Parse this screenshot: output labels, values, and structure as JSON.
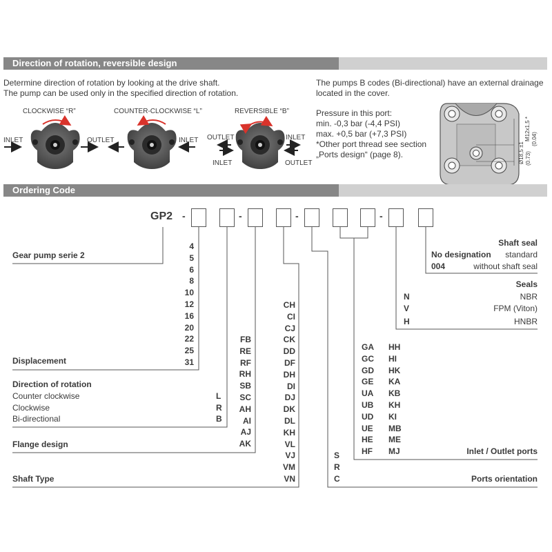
{
  "rotation_section": {
    "header": "Direction of rotation, reversible design",
    "desc_line1": "Determine direction of rotation by looking at the drive shaft.",
    "desc_line2": "The pump can be used only in the specified direction of rotation.",
    "cw_title": "CLOCKWISE “R”",
    "ccw_title": "COUNTER-CLOCKWISE “L”",
    "rev_title": "REVERSIBLE “B”",
    "inlet": "INLET",
    "outlet": "OUTLET",
    "drain_line1": "The pumps B codes (Bi-directional) have an external drainage",
    "drain_line2": "located in the cover.",
    "pressure_title": "Pressure in this port:",
    "pressure_min": "min. -0,3 bar (-4,4 PSI)",
    "pressure_max": "max. +0,5 bar (+7,3 PSI)",
    "other_thread": "*Other port thread see section",
    "ports_ref": "„Ports design“ (page 8).",
    "dim_thread": "M12x1,5 *",
    "dim_dia": "Ø18,5 ±1",
    "dim_inch1": "(0.73)",
    "dim_inch2": "(0.04)"
  },
  "ordering_section": {
    "header": "Ordering Code",
    "prefix": "GP2",
    "gear_pump_label": "Gear pump serie 2",
    "displacement_label": "Displacement",
    "displacement_codes": [
      "4",
      "5",
      "6",
      "8",
      "10",
      "12",
      "16",
      "20",
      "22",
      "25",
      "31"
    ],
    "direction_label": "Direction of rotation",
    "direction_items": [
      {
        "label": "Counter clockwise",
        "code": "L"
      },
      {
        "label": "Clockwise",
        "code": "R"
      },
      {
        "label": "Bi-directional",
        "code": "B"
      }
    ],
    "flange_label": "Flange design",
    "flange_codes": [
      "FB",
      "RE",
      "RF",
      "RH",
      "SB",
      "SC",
      "AH",
      "AI",
      "AJ",
      "AK"
    ],
    "shaft_type_label": "Shaft Type",
    "shaft_codes": [
      "CH",
      "CI",
      "CJ",
      "CK",
      "DD",
      "DF",
      "DH",
      "DI",
      "DJ",
      "DK",
      "DL",
      "KH",
      "VL",
      "VJ",
      "VM",
      "VN"
    ],
    "orientation_codes": [
      "S",
      "R",
      "C"
    ],
    "orientation_label": "Ports orientation",
    "ports_col1": [
      "GA",
      "GC",
      "GD",
      "GE",
      "UA",
      "UB",
      "UD",
      "UE",
      "HE",
      "HF"
    ],
    "ports_col2": [
      "HH",
      "HI",
      "HK",
      "KA",
      "KB",
      "KH",
      "KI",
      "MB",
      "ME",
      "MJ"
    ],
    "ports_label": "Inlet / Outlet ports",
    "seals_label": "Seals",
    "seals_items": [
      {
        "code": "N",
        "label": "NBR"
      },
      {
        "code": "V",
        "label": "FPM (Viton)"
      },
      {
        "code": "H",
        "label": "HNBR"
      }
    ],
    "shaft_seal_label": "Shaft seal",
    "shaft_seal_items": [
      {
        "code": "No designation",
        "label": "standard"
      },
      {
        "code": "004",
        "label": "without shaft seal"
      }
    ]
  }
}
